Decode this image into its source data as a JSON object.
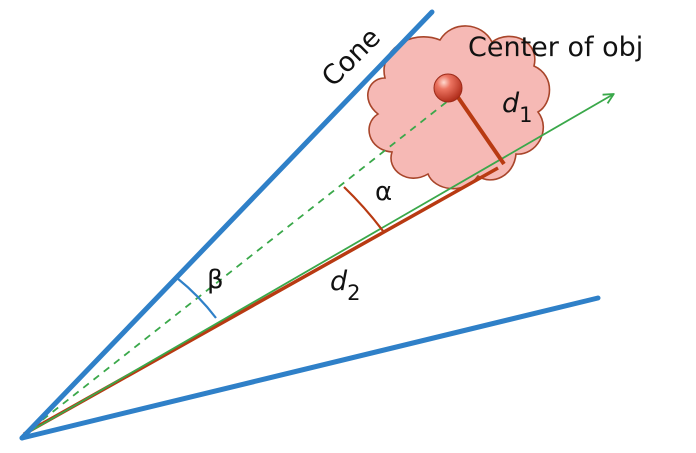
{
  "labels": {
    "cone": "Cone",
    "center": "Center of obj",
    "alpha": "α",
    "beta": "β",
    "d1_main": "d",
    "d1_sub": "1",
    "d2_main": "d",
    "d2_sub": "2"
  },
  "colors": {
    "cone": "#2f80c8",
    "green": "#3aa84a",
    "red_line": "#b83a12",
    "cloud_fill": "#f6b5b1",
    "cloud_stroke": "#a8452a",
    "sphere": "#e05540",
    "angle_alpha": "#b83a12",
    "angle_beta": "#2f80c8"
  }
}
